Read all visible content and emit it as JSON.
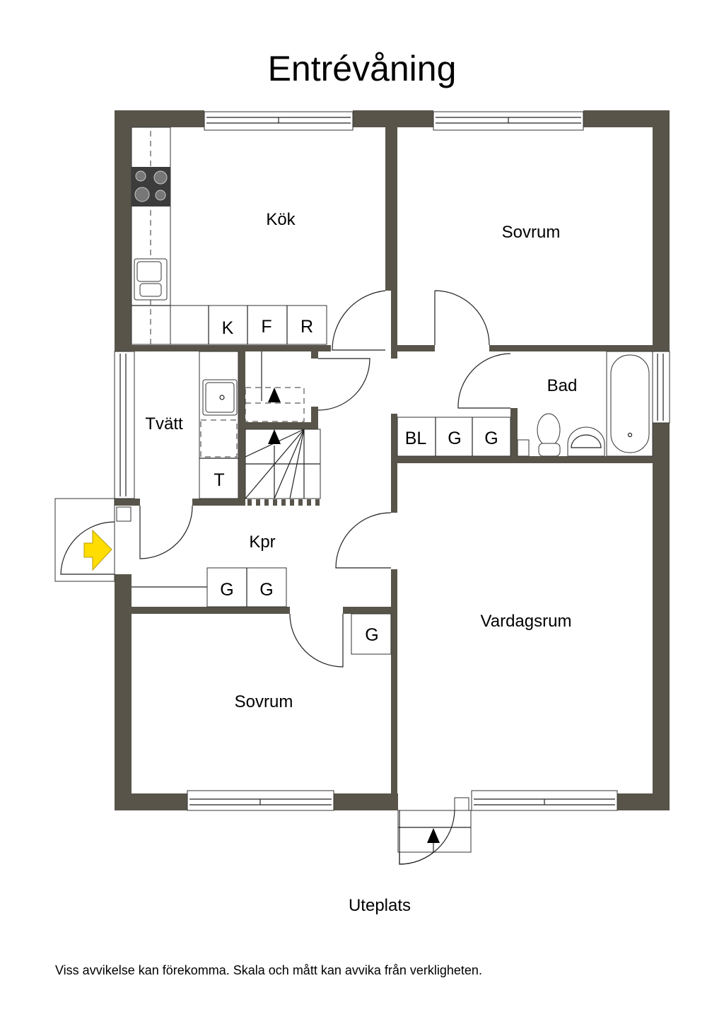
{
  "title": "Entrévåning",
  "rooms": {
    "kok": "Kök",
    "sovrum_top": "Sovrum",
    "tvatt": "Tvätt",
    "bad": "Bad",
    "kpr": "Kpr",
    "vardagsrum": "Vardagsrum",
    "sovrum_bottom": "Sovrum",
    "uteplats": "Uteplats"
  },
  "fixtures": {
    "kitchen": [
      "K",
      "F",
      "R"
    ],
    "tvatt": "T",
    "hall_closets": [
      "BL",
      "G",
      "G"
    ],
    "kpr_closets": [
      "G",
      "G"
    ],
    "small_closet": "G"
  },
  "footer": "Viss avvikelse kan förekomma. Skala och mått kan avvika från verkligheten.",
  "colors": {
    "wall": "#58544a",
    "entrance_arrow": "#ffdd00",
    "stove": "#3c3c3c"
  }
}
